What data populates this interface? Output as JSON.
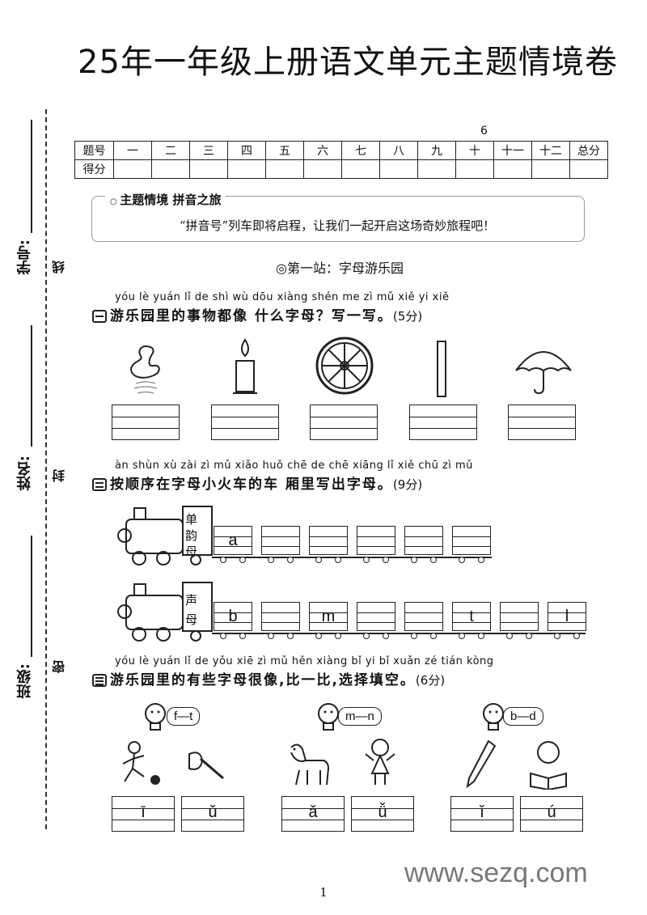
{
  "title": "25年一年级上册语文单元主题情境卷",
  "side": {
    "student_no": "学号:",
    "name": "姓名:",
    "class": "班级:",
    "w_line": "线",
    "w_seal": "封",
    "w_secret": "密"
  },
  "score_table": {
    "note": "6",
    "header": [
      "题号",
      "一",
      "二",
      "三",
      "四",
      "五",
      "六",
      "七",
      "八",
      "九",
      "十",
      "十一",
      "十二",
      "总分"
    ],
    "row_label": "得分"
  },
  "theme": {
    "title": "主题情境  拼音之旅",
    "text": "“拼音号”列车即将启程，让我们一起开启这场奇妙旅程吧！"
  },
  "station": "◎第一站：字母游乐园",
  "q1": {
    "pinyin": "yóu lè yuán lǐ de shì wù dōu xiàng shén me zì mǔ   xiě yi xiě",
    "text": "游乐园里的事物都像 什么字母？写一写。",
    "points": "(5分)"
  },
  "q2": {
    "pinyin": "àn shùn xù zài zì mǔ xiǎo huǒ chē de chē xiāng lǐ xiě chū zì mǔ",
    "text": "按顺序在字母小火车的车 厢里写出字母。",
    "points": "(9分)",
    "train1_label": "单韵母",
    "train1_cars": [
      "a",
      "",
      "",
      "",
      "",
      ""
    ],
    "train2_label": "声母",
    "train2_cars": [
      "b",
      "",
      "m",
      "",
      "",
      "t",
      "",
      "l"
    ]
  },
  "q3": {
    "pinyin": "yóu lè yuán lǐ de yǒu xiē zì mǔ hěn xiàng  bǐ yi bǐ xuǎn zé tián kòng",
    "text": "游乐园里的有些字母很像,比一比,选择填空。",
    "points": "(6分)",
    "pairs": [
      "f—t",
      "m—n",
      "b—d"
    ],
    "blanks": [
      "ī",
      "ǔ",
      "ǎ",
      "ǚ",
      "ǐ",
      "ú"
    ]
  },
  "page_number": "1",
  "watermark": "www.sezq.com"
}
